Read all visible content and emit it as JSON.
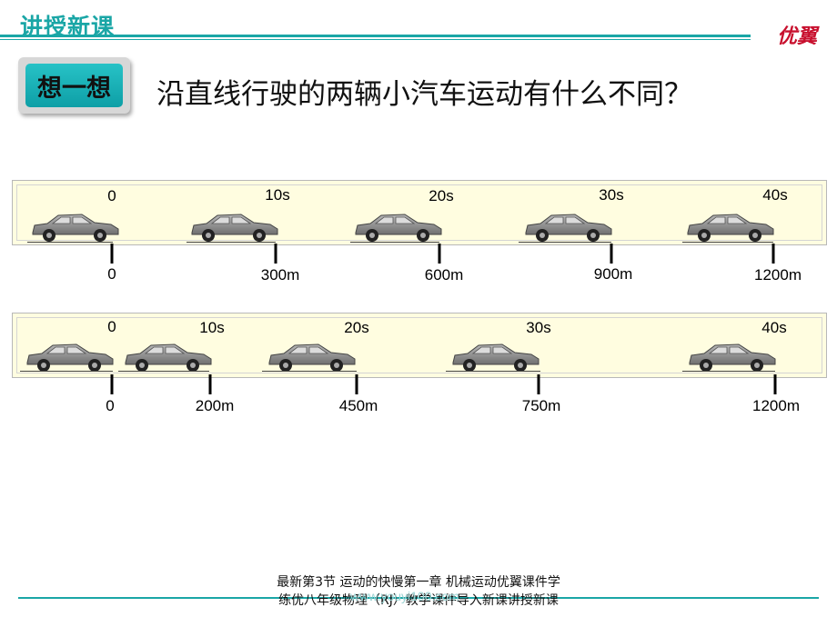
{
  "header": {
    "title": "讲授新课",
    "logo_text": "优翼",
    "accent": "#1aa6a6"
  },
  "badge": {
    "label": "想一想"
  },
  "question": "沿直线行驶的两辆小汽车运动有什么不同？",
  "car_a": {
    "times": [
      "0",
      "10s",
      "20s",
      "30s",
      "40s"
    ],
    "distances": [
      "0",
      "300m",
      "600m",
      "900m",
      "1200m"
    ]
  },
  "car_b": {
    "times": [
      "0",
      "10s",
      "20s",
      "30s",
      "40s"
    ],
    "distances": [
      "0",
      "200m",
      "450m",
      "750m",
      "1200m"
    ]
  },
  "footer": {
    "caption": "最新第3节 运动的快慢第一章 机械运动优翼课件学练优八年级物理（RJ）教学课件导入新课讲授新课",
    "watermark": "www.youyi100.com"
  }
}
